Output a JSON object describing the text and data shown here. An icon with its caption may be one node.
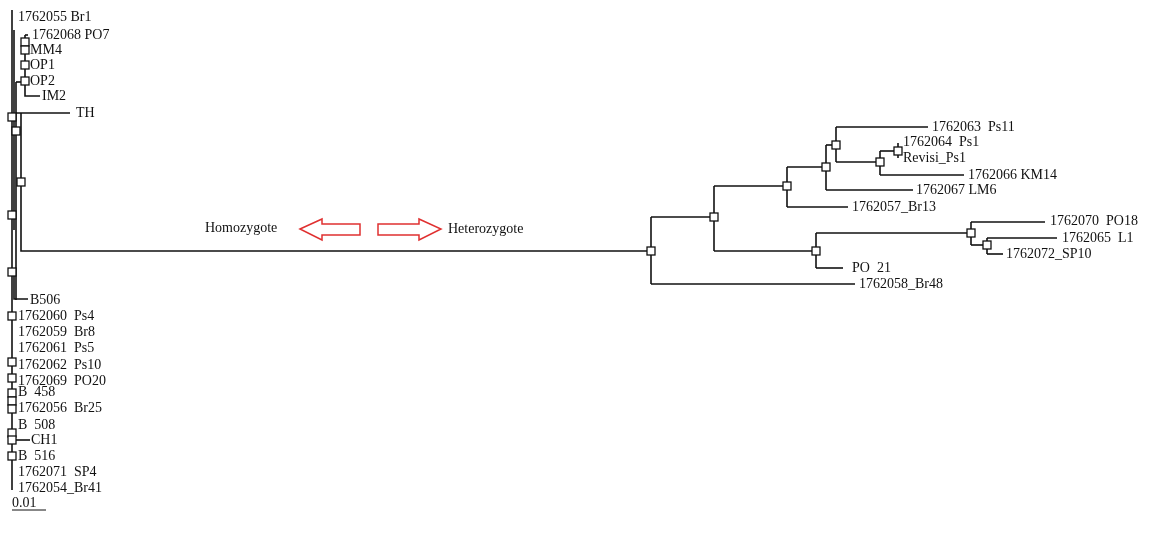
{
  "diagram": {
    "labels": [
      "1762055 Br1",
      "1762068 PO7",
      "MM4",
      "OP1",
      "OP2",
      "IM2",
      "TH",
      "B506",
      "1762060  Ps4",
      "1762059  Br8",
      "1762061  Ps5",
      "1762062  Ps10",
      "1762069  PO20",
      "B  458",
      "1762056  Br25",
      "B  508",
      "CH1",
      "B  516",
      "1762071  SP4",
      "1762054_Br41",
      "Homozygote",
      "Heterozygote",
      "1762063  Ps11",
      "1762064  Ps1",
      "Revisi_Ps1",
      "1762066 KM14",
      "1762067 LM6",
      "1762057_Br13",
      "1762070  PO18",
      "1762065  L1",
      "1762072_SP10",
      "PO  21",
      "1762058_Br48",
      "0.01"
    ]
  }
}
